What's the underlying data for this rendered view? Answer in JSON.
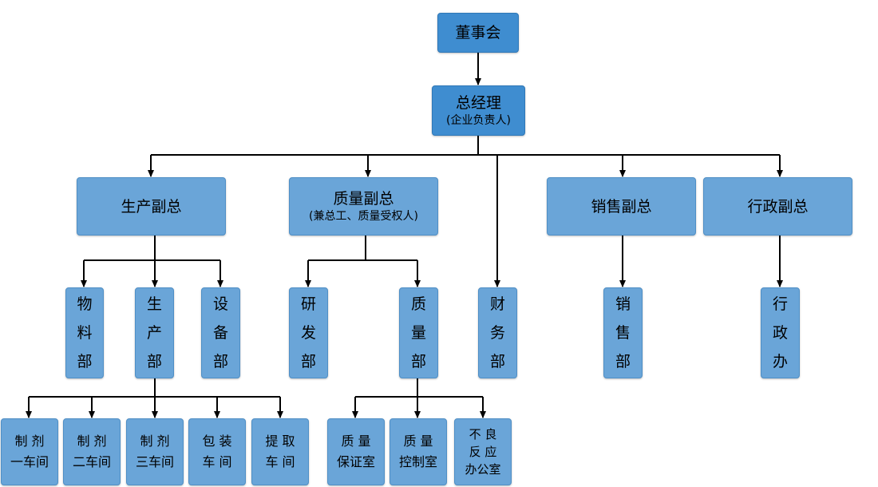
{
  "board": "董事会",
  "gm": {
    "title": "总经理",
    "note": "(企业负责人)"
  },
  "vps": {
    "production": "生产副总",
    "quality": {
      "title": "质量副总",
      "note": "(兼总工、质量受权人)"
    },
    "sales": "销售副总",
    "admin": "行政副总"
  },
  "departments": {
    "materials": [
      "物",
      "料",
      "部"
    ],
    "production": [
      "生",
      "产",
      "部"
    ],
    "equipment": [
      "设",
      "备",
      "部"
    ],
    "rnd": [
      "研",
      "发",
      "部"
    ],
    "quality": [
      "质",
      "量",
      "部"
    ],
    "finance": [
      "财",
      "务",
      "部"
    ],
    "sales": [
      "销",
      "售",
      "部"
    ],
    "admin_office": [
      "行",
      "政",
      "办"
    ]
  },
  "workshops": [
    [
      "制 剂",
      "一车间"
    ],
    [
      "制 剂",
      "二车间"
    ],
    [
      "制 剂",
      "三车间"
    ],
    [
      "包 装",
      "车 间"
    ],
    [
      "提 取",
      "车 间"
    ]
  ],
  "quality_units": [
    [
      "质 量",
      "保证室"
    ],
    [
      "质 量",
      "控制室"
    ],
    [
      "不 良",
      "反 应",
      "办公室"
    ]
  ]
}
